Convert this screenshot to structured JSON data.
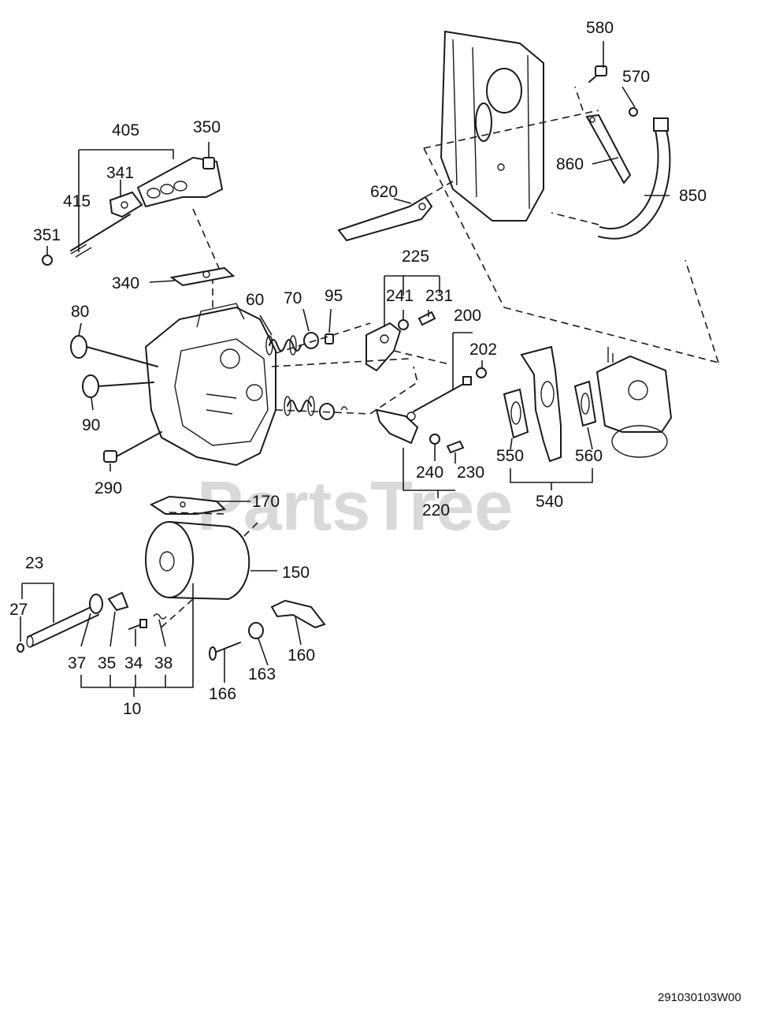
{
  "watermark": "PartsTree",
  "diagram_code": "291030103W00",
  "callouts": {
    "c580": "580",
    "c570": "570",
    "c860": "860",
    "c850": "850",
    "c620": "620",
    "c405": "405",
    "c350": "350",
    "c341": "341",
    "c415": "415",
    "c351": "351",
    "c340": "340",
    "c225": "225",
    "c241": "241",
    "c231": "231",
    "c60": "60",
    "c70": "70",
    "c95": "95",
    "c80": "80",
    "c200": "200",
    "c202": "202",
    "c90": "90",
    "c550": "550",
    "c560": "560",
    "c540": "540",
    "c240": "240",
    "c230": "230",
    "c220": "220",
    "c290": "290",
    "c170": "170",
    "c150": "150",
    "c23": "23",
    "c27": "27",
    "c37": "37",
    "c35": "35",
    "c34": "34",
    "c38": "38",
    "c10": "10",
    "c160": "160",
    "c163": "163",
    "c166": "166"
  }
}
